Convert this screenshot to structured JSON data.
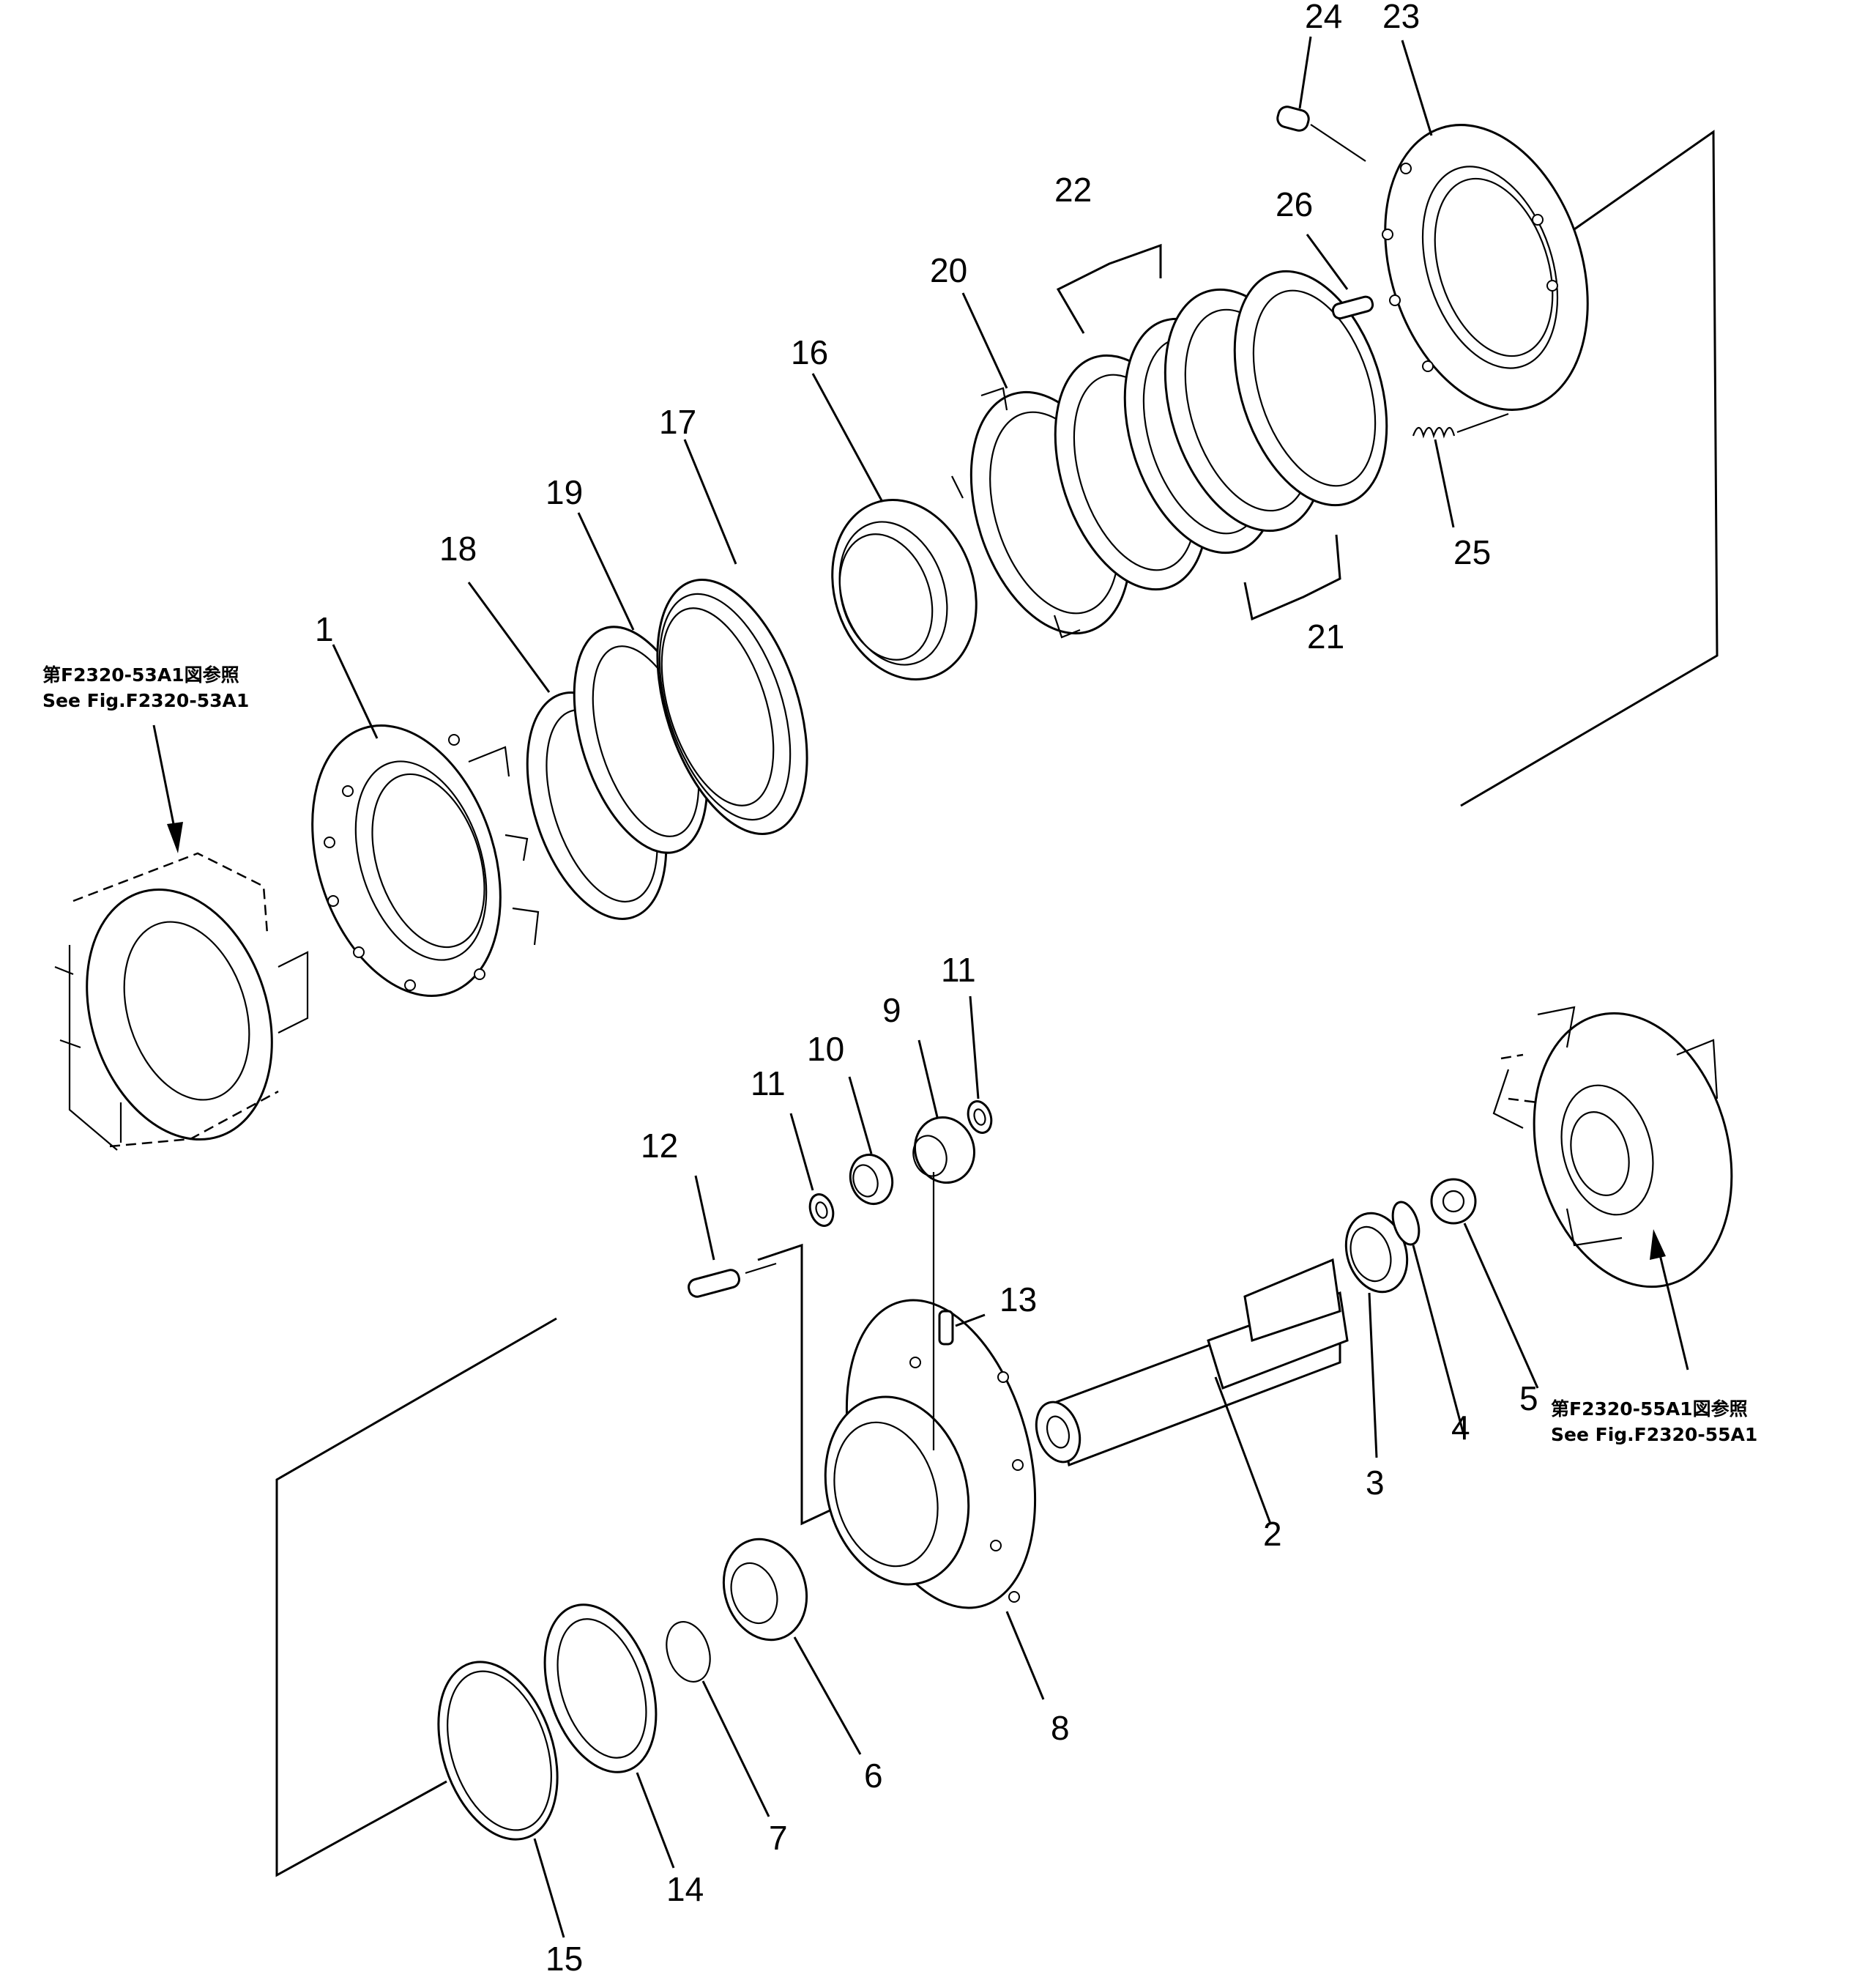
{
  "labels": {
    "p1": "1",
    "p2": "2",
    "p3": "3",
    "p4": "4",
    "p5": "5",
    "p6": "6",
    "p7": "7",
    "p8": "8",
    "p9": "9",
    "p10": "10",
    "p11a": "11",
    "p11b": "11",
    "p12": "12",
    "p13": "13",
    "p14": "14",
    "p15": "15",
    "p16": "16",
    "p17": "17",
    "p18": "18",
    "p19": "19",
    "p20": "20",
    "p21": "21",
    "p22": "22",
    "p23": "23",
    "p24": "24",
    "p25": "25",
    "p26": "26"
  },
  "refs": {
    "left_jp": "第F2320-53A1図参照",
    "left_en": "See Fig.F2320-53A1",
    "right_jp": "第F2320-55A1図参照",
    "right_en": "See Fig.F2320-55A1"
  }
}
